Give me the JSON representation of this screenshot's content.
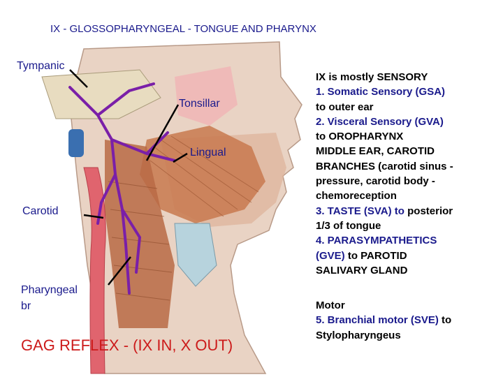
{
  "title": "IX - GLOSSOPHARYNGEAL - TONGUE AND PHARYNX",
  "labels": {
    "tympanic": "Tympanic",
    "tonsillar": "Tonsillar",
    "lingual": "Lingual",
    "carotid": "Carotid",
    "pharyngeal_1": "Pharyngeal",
    "pharyngeal_2": "br"
  },
  "gag_reflex": "GAG REFLEX - (IX IN, X OUT)",
  "sensory": {
    "heading": "IX is mostly SENSORY",
    "item1_prefix": "1. Somatic Sensory (GSA)",
    "item1_rest": "to outer ear",
    "item2_prefix": "2.  Visceral Sensory (GVA)",
    "item2_l1": "to OROPHARYNX",
    "item2_l2": "MIDDLE EAR, CAROTID",
    "item2_l3": "BRANCHES (carotid sinus -",
    "item2_l4": "pressure, carotid body -",
    "item2_l5": "chemoreception",
    "item3_prefix": "3. TASTE (SVA) to",
    "item3_suffix": " posterior",
    "item3_l2": "1/3 of tongue",
    "item4_l1": "4. PARASYMPATHETICS",
    "item4_prefix": "(GVE)",
    "item4_suffix": " to PAROTID",
    "item4_l3": "SALIVARY GLAND"
  },
  "motor": {
    "heading": "Motor",
    "item5_prefix": "5. Branchial motor (SVE)",
    "item5_suffix": " to",
    "item5_l2": "Stylopharyngeus"
  },
  "colors": {
    "title": "#1a1a8c",
    "gag": "#cc1a1a",
    "nerve": "#7a1fa8",
    "muscle": "#c8794f",
    "skin": "#e9d3c4",
    "artery": "#e0646e",
    "vein": "#3a6fb0"
  }
}
